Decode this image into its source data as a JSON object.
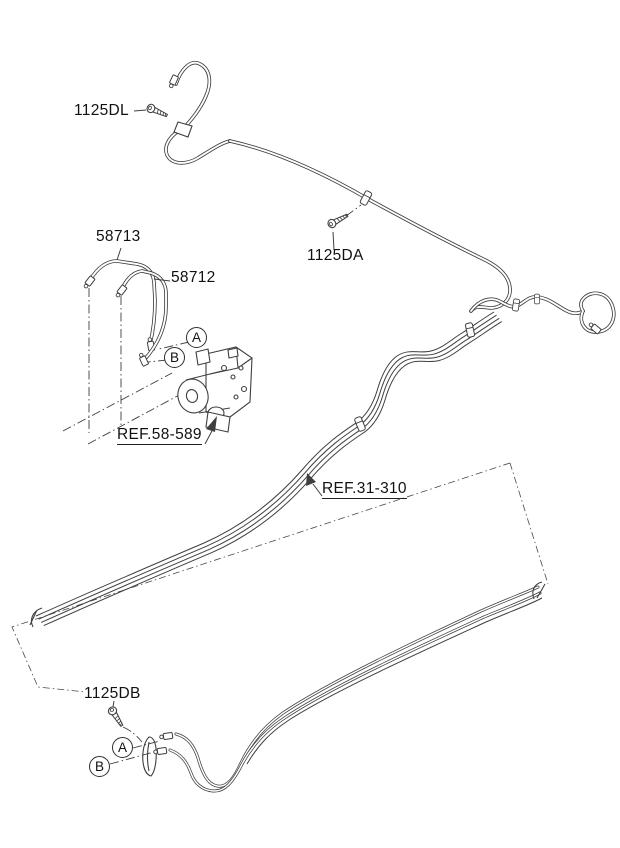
{
  "diagram": {
    "type": "vehicle-parts-diagram",
    "subject": "brake-fluid-line",
    "background_color": "#ffffff",
    "line_color": "#3f3f3f",
    "text_color": "#111111",
    "parts": {
      "bolt_front_label": "1125DL",
      "tube_upper_label": "58713",
      "tube_lower_label": "58712",
      "bolt_middle_label": "1125DA",
      "module_ref_label": "REF.58-589",
      "bundle_ref_label": "REF.31-310",
      "bolt_rear_label": "1125DB",
      "callout_a": "A",
      "callout_b": "B"
    }
  }
}
